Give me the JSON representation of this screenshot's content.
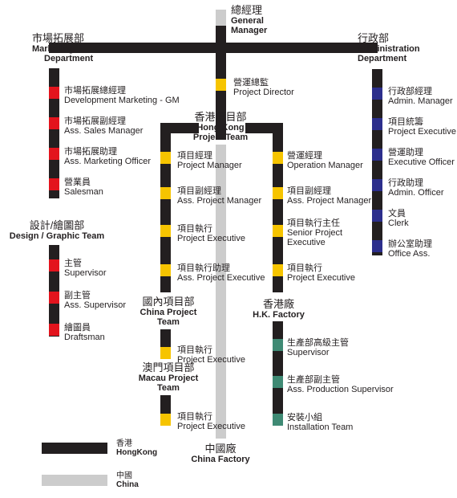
{
  "colors": {
    "line_hongkong": "#231f20",
    "line_china": "#cccccc",
    "marketing": "#e3141d",
    "design": "#e3141d",
    "project": "#f6c400",
    "admin": "#2c2e8c",
    "factory": "#3f8a74"
  },
  "top": {
    "gm": {
      "zh": "總經理",
      "en1": "General",
      "en2": "Manager"
    },
    "marketing": {
      "zh": "市場拓展部",
      "en1": "Marketing",
      "en2": "Department"
    },
    "admin": {
      "zh": "行政部",
      "en1": "Administration",
      "en2": "Department"
    },
    "project_director": {
      "zh": "營運總監",
      "en": "Project Director"
    }
  },
  "marketing_roles": [
    {
      "zh": "市場拓展總經理",
      "en": "Development Marketing - GM"
    },
    {
      "zh": "市場拓展副經理",
      "en": "Ass. Sales Manager"
    },
    {
      "zh": "市場拓展助理",
      "en": "Ass. Marketing Officer"
    },
    {
      "zh": "營業員",
      "en": "Salesman"
    }
  ],
  "design_team": {
    "title": {
      "zh": "設計/繪圖部",
      "en": "Design / Graphic Team"
    },
    "roles": [
      {
        "zh": "主管",
        "en": "Supervisor"
      },
      {
        "zh": "副主管",
        "en": "Ass. Supervisor"
      },
      {
        "zh": "繪圖員",
        "en": "Draftsman"
      }
    ]
  },
  "admin_roles": [
    {
      "zh": "行政部經理",
      "en": "Admin. Manager"
    },
    {
      "zh": "項目統籌",
      "en": "Project Executive"
    },
    {
      "zh": "營運助理",
      "en": "Executive Officer"
    },
    {
      "zh": "行政助理",
      "en": "Admin. Officer"
    },
    {
      "zh": "文員",
      "en": "Clerk"
    },
    {
      "zh": "辦公室助理",
      "en": "Office Ass."
    }
  ],
  "hk_project_team": {
    "title": {
      "zh": "香港項目部",
      "en1": "Hong Kong",
      "en2": "Project Team"
    },
    "left_roles": [
      {
        "zh": "項目經理",
        "en": "Project Manager"
      },
      {
        "zh": "項目副經理",
        "en": "Ass. Project Manager"
      },
      {
        "zh": "項目執行",
        "en": "Project Executive"
      },
      {
        "zh": "項目執行助理",
        "en": "Ass. Project Executive"
      }
    ],
    "right_roles": [
      {
        "zh": "營運經理",
        "en": "Operation  Manager"
      },
      {
        "zh": "項目副經理",
        "en": "Ass. Project Manager"
      },
      {
        "zh": "項目執行主任",
        "en": "Senior Project",
        "en2": "Executive"
      },
      {
        "zh": "項目執行",
        "en": "Project Executive"
      }
    ]
  },
  "china_project_team": {
    "title": {
      "zh": "國內項目部",
      "en1": "China Project",
      "en2": "Team"
    },
    "role": {
      "zh": "項目執行",
      "en": "Project Executive"
    }
  },
  "macau_project_team": {
    "title": {
      "zh": "澳門項目部",
      "en1": "Macau Project",
      "en2": "Team"
    },
    "role": {
      "zh": "項目執行",
      "en": "Project Executive"
    }
  },
  "hk_factory": {
    "title": {
      "zh": "香港廠",
      "en": "H.K. Factory"
    },
    "roles": [
      {
        "zh": "生產部高級主管",
        "en": "Supervisor"
      },
      {
        "zh": "生產部副主管",
        "en": "Ass. Production Supervisor"
      },
      {
        "zh": "安裝小組",
        "en": "Installation Team"
      }
    ]
  },
  "china_factory": {
    "zh": "中國廠",
    "en": "China Factory"
  },
  "legend": [
    {
      "zh": "香港",
      "en": "HongKong"
    },
    {
      "zh": "中國",
      "en": "China"
    }
  ]
}
